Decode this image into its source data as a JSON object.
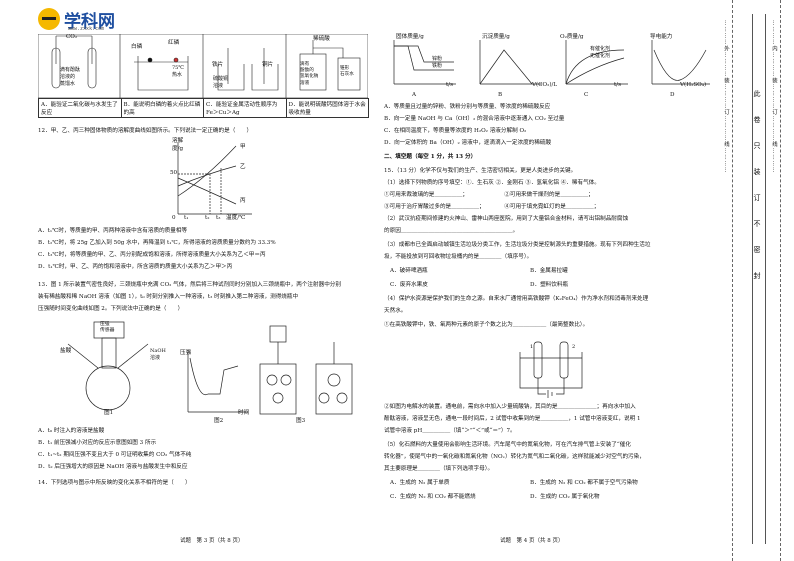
{
  "logo": {
    "name": "学科网",
    "sub": "www.zxxk.com"
  },
  "left": {
    "figs": {
      "co2": "CO₂",
      "bottle_label": "滴有酚酞\n溶液的\n蒸馏水",
      "bai_lin": "白磷",
      "hong_lin": "红磷",
      "water_temp": "75℃\n热水",
      "iron": "铁片",
      "copper": "铜片",
      "cuso4": "硫酸铜\n溶液",
      "acid": "稀硫酸",
      "phenol": "滴有\n酚酞的\n氢氧化钠\n溶液",
      "stone": "锥形\n石灰水"
    },
    "q11_options": [
      "A．能验证二氧化碳与水发生了反应",
      "B．能说明白磷的着火点比红磷的高",
      "C．能验证金属活动性顺序为 Fe＞Cu＞Ag",
      "D．能说明硫酸钙固体溶于水会吸收热量"
    ],
    "q12": "12．甲、乙、丙三种固体物质的溶解度曲线如图所示。下列说法一定正确的是（　　）",
    "q12_chart": {
      "ylabel": "溶解度/g",
      "xlabel": "温度/℃",
      "y50": "50",
      "lines": [
        "甲",
        "乙",
        "丙"
      ],
      "xticks": [
        "0",
        "t₁",
        "t₂",
        "t₃"
      ]
    },
    "q12_options": [
      "A．t₁℃时，等质量的甲、丙两种溶液中含有溶质的质量相等",
      "B．t₂℃时，将 25g 乙加入到 50g 水中，再降温到 t₁℃，所得溶液的溶质质量分数约为 33.3%",
      "C．t₃℃时，将等质量的甲、乙、丙分别配成饱和溶液，所得溶液质量大小关系为乙＜甲＝丙",
      "D．t₁℃时，甲、乙、丙的饱和溶液中，所含溶质的质量大小关系为乙＞甲＞丙"
    ],
    "q13": [
      "13．图 1 所示装置气密性良好，三颈烧瓶中充满 CO₂ 气体，然后将三种试剂同时分别加入三颈烧瓶中，两个注射器中分别",
      "装有稀盐酸和稀 NaOH 溶液（如图 1），t₀ 时刻分别推入一种溶液，t₃ 时刻推入第二种溶液，测得烧瓶中",
      "压强随时间变化曲线如图 2。下列说法中正确的是（　　）"
    ],
    "q13_figs": {
      "sensor": "压强\n传感器",
      "hcl": "盐酸",
      "naoh": "NaOH\n溶液",
      "fig1": "图1",
      "fig2": "图2",
      "fig3": "图3",
      "p": "压强",
      "time": "时间"
    },
    "q13_options": [
      "A．t₀ 时注入的溶液是盐酸",
      "B．t₁ 前压强减小对应的反应示意图如图 3 所示",
      "C．t₁~t₂ 期间压强不变且大于 0 可证明收集的 CO₂ 气体不纯",
      "D．t₂ 后压强增大的原因是 NaOH 溶液与盐酸发生中和反应"
    ],
    "q14": "14．下列选项与图示中所反映的变化关系不相符的是（　　）",
    "footer": "试题　第 3 页（共 8 页）"
  },
  "right": {
    "graphs": [
      {
        "label": "A",
        "y": "固体质量/g",
        "note": "锌粉\n铁粉",
        "x": "t/s"
      },
      {
        "label": "B",
        "y": "沉淀质量/g",
        "x": "V(CO₂)/L"
      },
      {
        "label": "C",
        "y": "O₂质量/g",
        "note": "有催化剂\n无催化剂",
        "x": "t/s"
      },
      {
        "label": "D",
        "y": "导电能力",
        "x": "V(H₂SO₄)"
      }
    ],
    "q14_options": [
      "A．等质量且过量的锌粉、铁粉分别与等质量、等浓度的稀硫酸反应",
      "B．向一定量 NaOH 与 Ca（OH）₂ 的混合溶液中逐渐通入 CO₂ 至过量",
      "C．在相同温度下，等质量等浓度的 H₂O₂ 溶液分解制 O₂",
      "D．向一定体积的 Ba（OH）₂ 溶液中，逐滴滴入一定浓度的稀硫酸"
    ],
    "section2": "二、填空题（每空 1 分，共 13 分）",
    "q15": [
      "15．（13 分）化学不仅与我们的生产、生活密切相关，更是人类进步的关键。",
      "（1）选择下列物质的序号填空：①．生石灰 ②．金刚石 ③．氢氧化铝 ④．稀有气体。",
      "①可用来裁玻璃的是＿＿＿＿＿；　　　　　　　②可用来做干燥剂的是＿＿＿＿＿；",
      "③可用于治疗胃酸过多的是＿＿＿＿＿；　　　　④可用于填充霓虹灯的是＿＿＿＿＿；",
      "（2）武汉抗疫期间修建的火神山、雷神山两座医院，用到了大量铝合金材料，请写出铝制品耐腐蚀",
      "的原因＿＿＿＿＿＿＿＿＿＿＿＿＿＿＿＿＿＿＿＿。",
      "（3）成都市已全面启动城镇生活垃圾分类工作，生活垃圾分类是控制源头的重要措施。现有下列四种生活垃",
      "圾，不能投放到可回收物垃圾桶内的是＿＿＿＿（填序号）。"
    ],
    "q15_opts": [
      "A．破碎啤酒瓶",
      "B．金属易拉罐",
      "C．废弃水果皮",
      "D．塑料饮料瓶"
    ],
    "q15b": [
      "（4）保护水资源是保护我们的生命之源。自来水厂通常用高铁酸钾（K₂FeO₄）作为净水剂和消毒剂来处理",
      "天然水。",
      "①在高铁酸钾中，铁、氧两种元素的原子个数之比为＿＿＿＿＿＿（最简整数比）。"
    ],
    "q15c": [
      "②如图为电解水的装置。通电前，需向水中加入少量硫酸钠，其目的是＿＿＿＿＿＿＿；再向水中加入",
      "酚酞溶液，溶液呈无色，通电一段时间后，2 试管中收集到的是＿＿＿＿＿，1 试管中溶液变红，说明 1",
      "试管中溶液 pH＿＿＿＿＿（填“＞”“＜”或“＝”）7。",
      "（5）化石燃料的大量使用会影响生活环境。汽车尾气中的氮氧化物，可在汽车排气管上安装了“催化",
      "转化器”，使尾气中的一氧化碳和氮氧化物（NOₓ）转化为氮气和二氧化碳，这样就能减少对空气的污染，",
      "其主要原理是＿＿＿＿（填下列选项字母）。"
    ],
    "q15c_opts": [
      "A．生成的 N₂ 属于单质",
      "B．生成的 N₂ 和 CO₂ 都不属于空气污染物",
      "C．生成的 N₂ 和 CO₂ 都不能燃烧",
      "D．生成的 CO₂ 属于氧化物"
    ],
    "footer": "试题　第 4 页（共 8 页）"
  },
  "binder": {
    "seal": "此　卷　只　装　订　不　密　封",
    "side1": "…………外…………装…………订…………线…………",
    "side2": "…………内…………装…………订…………线…………"
  }
}
